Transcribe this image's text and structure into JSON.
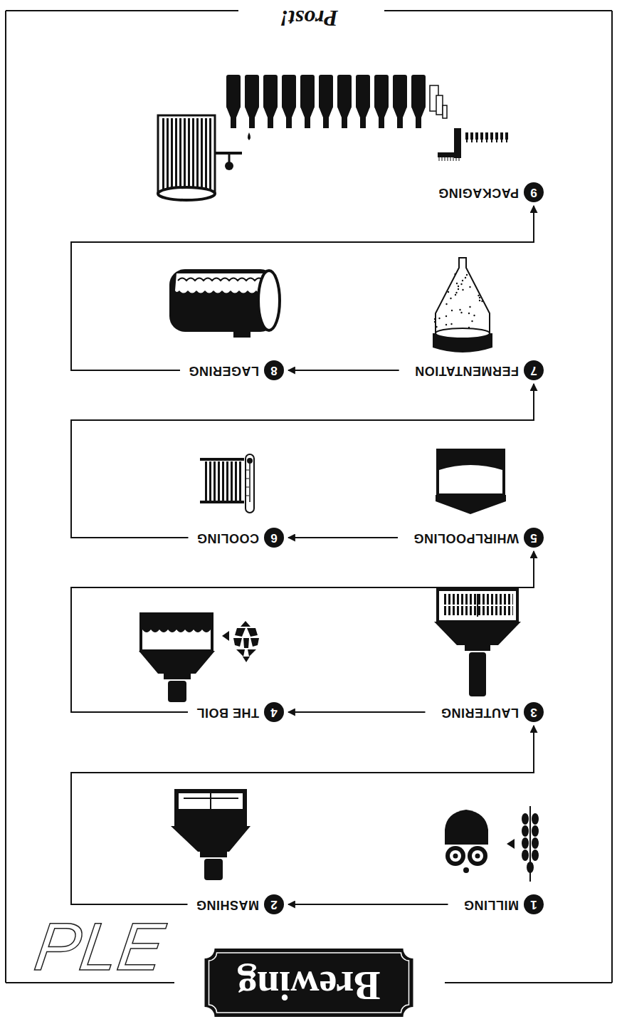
{
  "diagram": {
    "title": "Brewing",
    "nodes": [
      {
        "text": [
          "1",
          "MILLING"
        ]
      },
      {
        "text": [
          "2",
          "MASHING"
        ]
      },
      {
        "text": [
          "3",
          "LAUTERING"
        ]
      },
      {
        "text": [
          "4",
          "THE BOIL"
        ]
      },
      {
        "text": [
          "5",
          "WHIRLPOOLING"
        ]
      },
      {
        "text": [
          "6",
          "COOLING"
        ]
      },
      {
        "text": [
          "7",
          "FERMENTATION"
        ]
      },
      {
        "text": [
          "8",
          "LAGERING"
        ]
      },
      {
        "text": [
          "9",
          "PACKAGING"
        ]
      }
    ],
    "edges": [
      {
        "from": 0,
        "to": 1,
        "arrow": "to"
      },
      {
        "from": 1,
        "to": 2,
        "arrow": "to"
      },
      {
        "from": 2,
        "to": 3,
        "arrow": "to"
      },
      {
        "from": 3,
        "to": 4,
        "arrow": "to"
      },
      {
        "from": 4,
        "to": 5,
        "arrow": "to"
      },
      {
        "from": 5,
        "to": 6,
        "arrow": "to"
      },
      {
        "from": 6,
        "to": 7,
        "arrow": "to"
      },
      {
        "from": 7,
        "to": 8,
        "arrow": "to"
      }
    ],
    "labels": [
      "Prost!",
      "PLE"
    ]
  }
}
